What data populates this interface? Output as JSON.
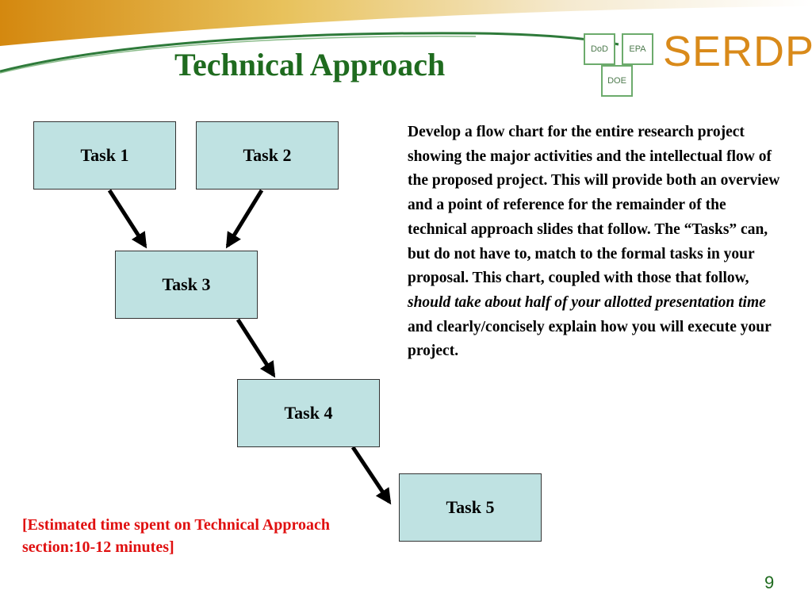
{
  "slide": {
    "title": "Technical Approach",
    "page_number": "9"
  },
  "logo": {
    "dod": "DoD",
    "epa": "EPA",
    "doe": "DOE",
    "serdp": "SERDP"
  },
  "flowchart": {
    "tasks": [
      "Task 1",
      "Task 2",
      "Task 3",
      "Task 4",
      "Task 5"
    ],
    "edges": [
      [
        "Task 1",
        "Task 3"
      ],
      [
        "Task 2",
        "Task 3"
      ],
      [
        "Task 3",
        "Task 4"
      ],
      [
        "Task 4",
        "Task 5"
      ]
    ]
  },
  "description": {
    "part1": "Develop a flow chart for the entire research project  showing the major activities and the intellectual flow of the proposed project. This will provide both an overview and a point of reference for the remainder of the technical approach slides that follow. The “Tasks” can, but do not have to, match to the formal tasks in your proposal.  This chart, coupled with those that follow, ",
    "italic": "should take about half of your allotted presentation time",
    "part2": " and clearly/concisely explain how you will execute your project."
  },
  "estimate": "[Estimated time spent on Technical Approach section:10-12 minutes]",
  "colors": {
    "title_green": "#1f6b1f",
    "box_fill": "#bfe2e2",
    "estimate_red": "#e01010",
    "serdp_orange": "#d98a1a"
  }
}
